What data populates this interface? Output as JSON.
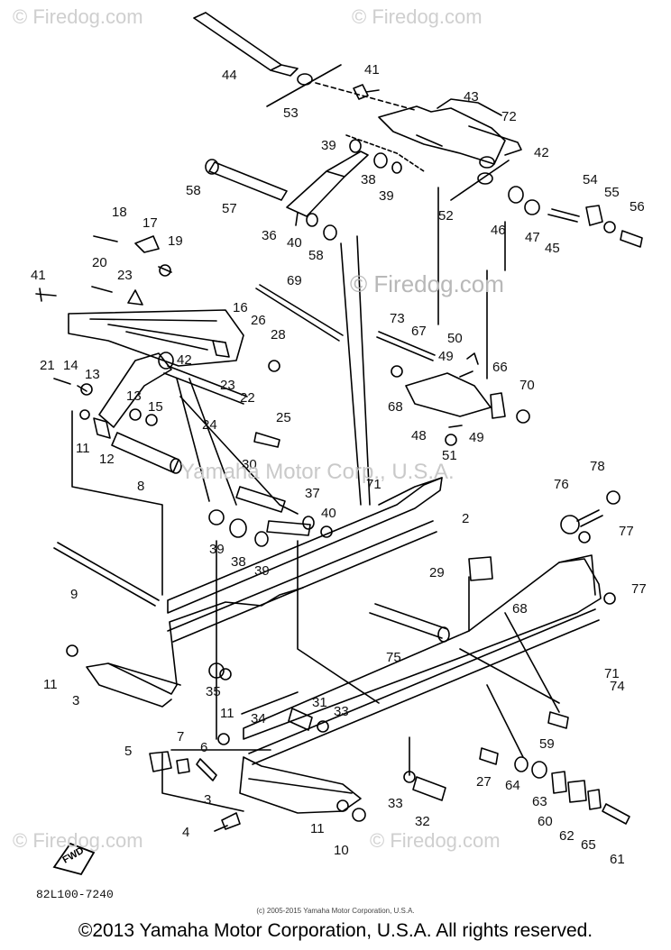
{
  "watermarks": {
    "corner": "© Firedog.com",
    "center": "© Firedog.com",
    "faded_vertical": "Yamaha Motor Corp., U.S.A."
  },
  "diagram_code": "82L100-7240",
  "small_copyright": "(c) 2005-2015 Yamaha Motor Corporation, U.S.A.",
  "copyright": "©2013 Yamaha Motor Corporation, U.S.A. All rights reserved.",
  "fwd_label": "FWD",
  "callouts": [
    "44",
    "53",
    "41",
    "43",
    "72",
    "42",
    "39",
    "38",
    "39",
    "58",
    "57",
    "36",
    "40",
    "58",
    "52",
    "46",
    "47",
    "45",
    "54",
    "55",
    "56",
    "18",
    "17",
    "19",
    "20",
    "23",
    "41",
    "69",
    "16",
    "26",
    "28",
    "42",
    "21",
    "14",
    "13",
    "13",
    "15",
    "23",
    "22",
    "24",
    "11",
    "12",
    "25",
    "8",
    "73",
    "67",
    "50",
    "49",
    "66",
    "70",
    "68",
    "48",
    "49",
    "51",
    "30",
    "37",
    "40",
    "39",
    "38",
    "39",
    "71",
    "2",
    "78",
    "76",
    "77",
    "9",
    "29",
    "77",
    "68",
    "75",
    "71",
    "74",
    "11",
    "3",
    "35",
    "11",
    "34",
    "31",
    "33",
    "59",
    "5",
    "7",
    "6",
    "27",
    "64",
    "63",
    "3",
    "33",
    "32",
    "60",
    "62",
    "65",
    "4",
    "11",
    "10",
    "61"
  ]
}
